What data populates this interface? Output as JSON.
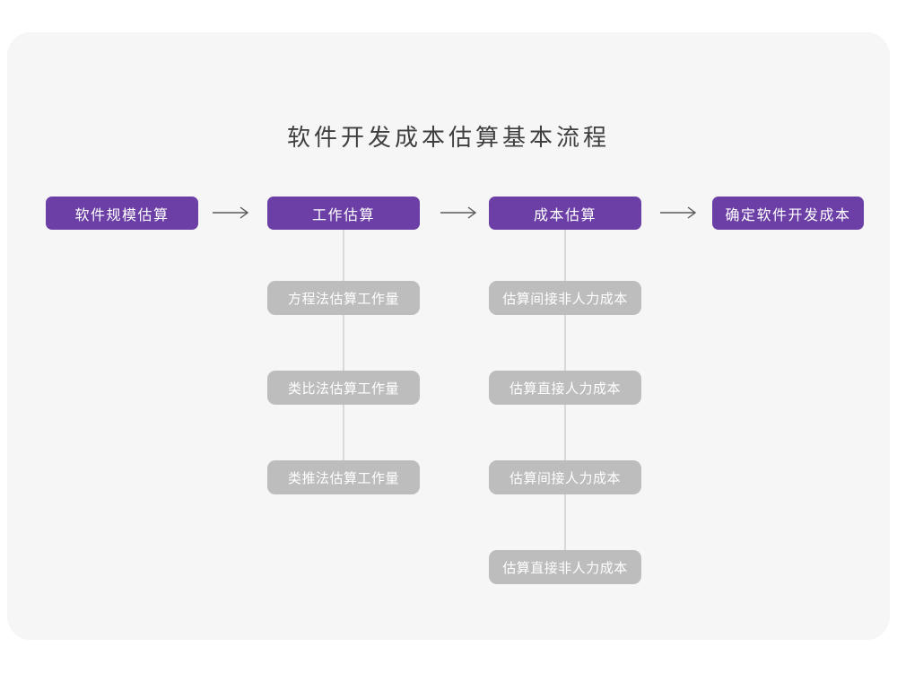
{
  "title": "软件开发成本估算基本流程",
  "colors": {
    "accent_purple": "#6b3fa5",
    "sub_gray": "#bdbdbd",
    "card_bg": "#f6f6f7",
    "arrow": "#595959",
    "connector": "#d9d9d9",
    "title_text": "#3f3f3f",
    "node_text": "#ffffff"
  },
  "flow": {
    "nodes": [
      {
        "label": "软件规模估算"
      },
      {
        "label": "工作估算"
      },
      {
        "label": "成本估算"
      },
      {
        "label": "确定软件开发成本"
      }
    ]
  },
  "sub_columns": [
    {
      "parent": "工作估算",
      "items": [
        "方程法估算工作量",
        "类比法估算工作量",
        "类推法估算工作量"
      ]
    },
    {
      "parent": "成本估算",
      "items": [
        "估算间接非人力成本",
        "估算直接人力成本",
        "估算间接人力成本",
        "估算直接非人力成本"
      ]
    }
  ]
}
